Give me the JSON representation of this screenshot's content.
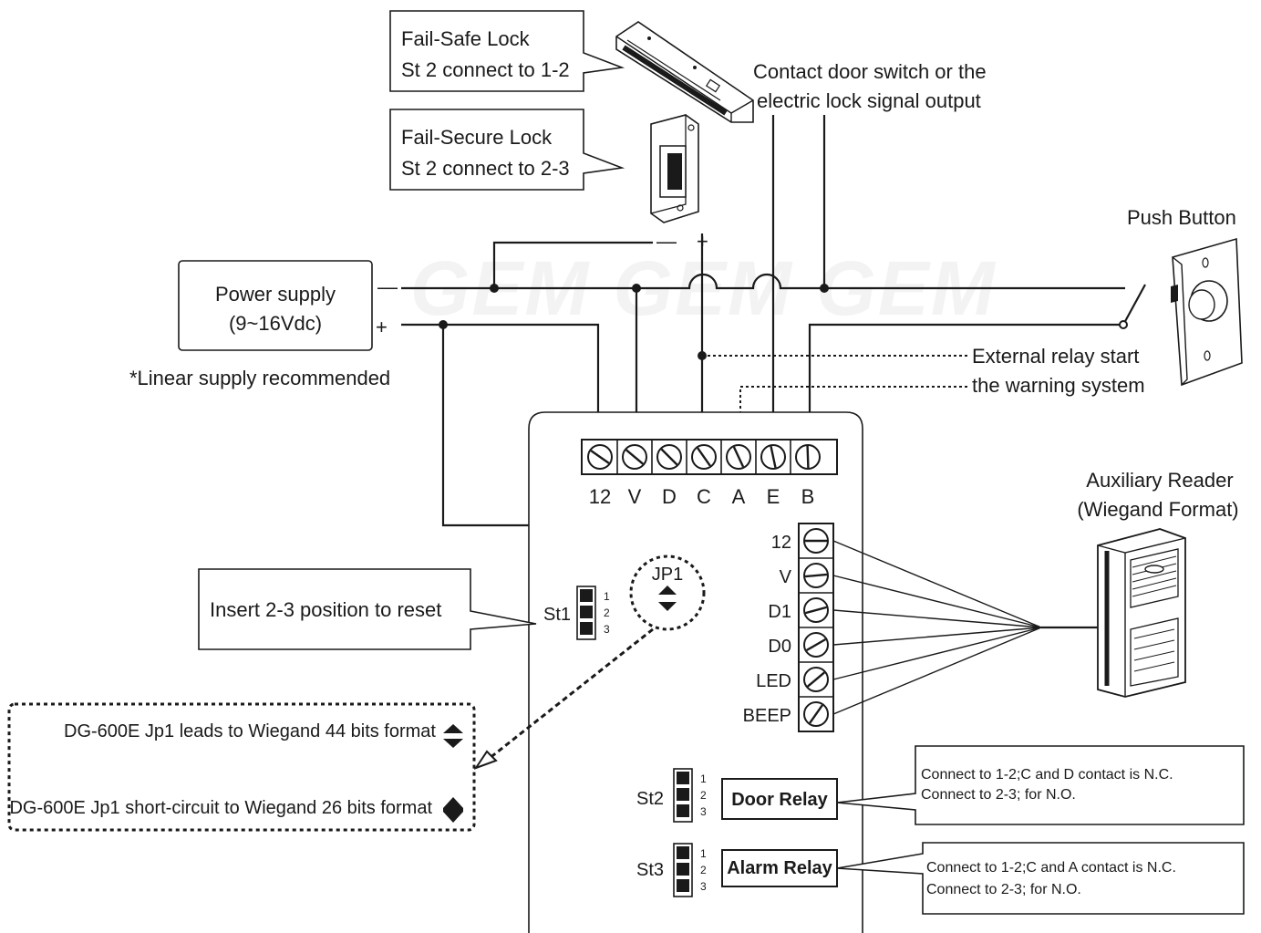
{
  "watermark": "GEM GEM GEM",
  "callouts": {
    "fail_safe": {
      "line1": "Fail-Safe Lock",
      "line2": "St 2 connect to 1-2"
    },
    "fail_secure": {
      "line1": "Fail-Secure Lock",
      "line2": "St 2 connect to 2-3"
    },
    "contact_switch": {
      "line1": "Contact door switch or the",
      "line2": "electric lock signal output"
    },
    "push_button": "Push Button",
    "external_relay": {
      "line1": "External relay start",
      "line2": "the warning system"
    },
    "aux_reader": {
      "line1": "Auxiliary Reader",
      "line2": "(Wiegand Format)"
    },
    "reset_note": "Insert 2-3 position to reset"
  },
  "power_supply": {
    "line1": "Power supply",
    "line2": "(9~16Vdc)",
    "note": "*Linear supply recommended",
    "minus": "—",
    "plus": "+"
  },
  "lock_polarity": {
    "minus": "—",
    "plus": "+"
  },
  "top_terminals": [
    "12",
    "V",
    "D",
    "C",
    "A",
    "E",
    "B"
  ],
  "side_terminals": [
    "12",
    "V",
    "D1",
    "D0",
    "LED",
    "BEEP"
  ],
  "jumpers": {
    "jp1": "JP1",
    "st1": "St1",
    "st2": "St2",
    "st3": "St3",
    "pin_numbers": [
      "1",
      "2",
      "3"
    ]
  },
  "relays": {
    "door": "Door Relay",
    "alarm": "Alarm Relay"
  },
  "relay_notes": {
    "door": {
      "line1": "Connect to 1-2;C and D contact is N.C.",
      "line2": "Connect to 2-3; for N.O."
    },
    "alarm": {
      "line1": "Connect to 1-2;C and A contact is N.C.",
      "line2": "Connect to 2-3; for N.O."
    }
  },
  "jp1_legend": {
    "line44": "DG-600E Jp1 leads to Wiegand 44 bits format",
    "line26": "DG-600E Jp1 short-circuit to Wiegand 26 bits format"
  }
}
